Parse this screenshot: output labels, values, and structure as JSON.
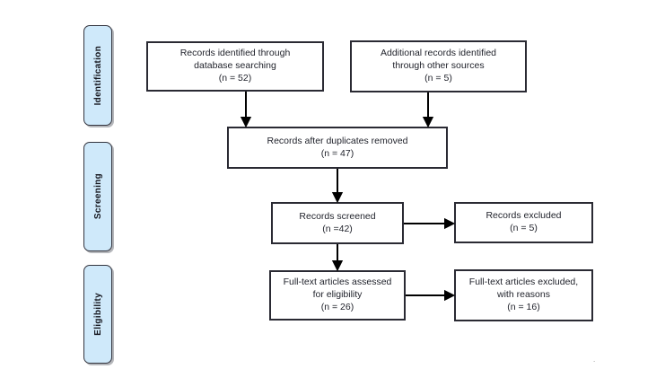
{
  "diagram": {
    "kind": "prisma-flow-diagram"
  },
  "sidebar": {
    "stages": [
      {
        "label": "Identification"
      },
      {
        "label": "Screening"
      },
      {
        "label": "Eligibility"
      }
    ]
  },
  "boxes": {
    "records_identified": {
      "lines": [
        "Records identified through",
        "database searching",
        "(n = 52)"
      ]
    },
    "additional_records": {
      "lines": [
        "Additional records identified",
        "through other sources",
        "(n = 5)"
      ]
    },
    "duplicates_removed": {
      "lines": [
        "Records after duplicates removed",
        "(n = 47)"
      ]
    },
    "records_screened": {
      "lines": [
        "Records screened",
        "(n =42)"
      ]
    },
    "records_excluded": {
      "lines": [
        "Records excluded",
        "(n = 5)"
      ]
    },
    "fulltext_assessed": {
      "lines": [
        "Full-text articles assessed",
        "for eligibility",
        "(n = 26)"
      ]
    },
    "fulltext_excluded": {
      "lines": [
        "Full-text articles excluded,",
        "with reasons",
        "(n = 16)"
      ]
    }
  },
  "artifact": {
    "mark": "."
  },
  "colors": {
    "stage_fill": "#cfe9fa",
    "stage_border": "#33343e",
    "box_border": "#2a2a33",
    "box_fill": "#ffffff",
    "text": "#1e2029",
    "arrow": "#000000"
  }
}
